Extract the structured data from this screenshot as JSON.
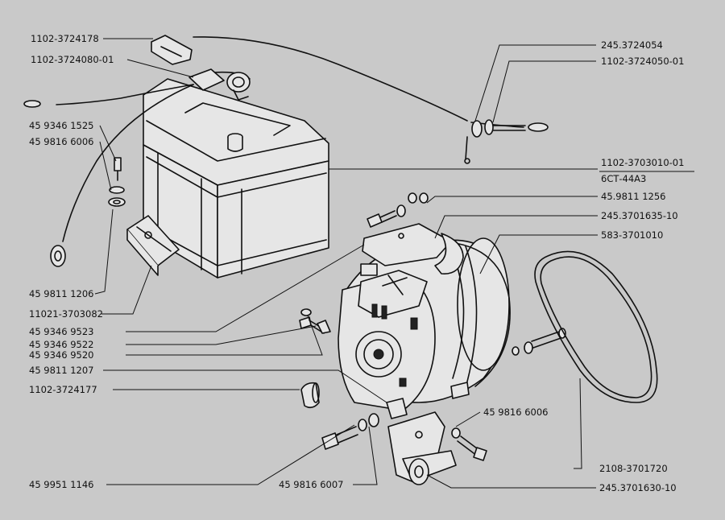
{
  "labels": {
    "cable_pos": "1102-3724178",
    "clamp_pos": "1102-3724080-01",
    "bolt_1525": "45 9346 1525",
    "washer_6006_l": "45 9816 6006",
    "cable_ground_sw": "245.3724054",
    "cable_ground": "1102-3724050-01",
    "battery_part": "1102-3703010-01",
    "battery_type": "6СТ-44А3",
    "washer_1256": "45.9811 1256",
    "bracket_tension": "245.3701635-10",
    "generator": "583-3701010",
    "washer_1206": "45 9811 1206",
    "battery_bracket": "11021-3703082",
    "bolt_9523": "45 9346 9523",
    "bolt_9522": "45 9346 9522",
    "bolt_9520": "45 9346 9520",
    "washer_1207": "45 9811 1207",
    "cap_connector": "1102-3724177",
    "washer_6006_r": "45 9816 6006",
    "bolt_1146": "45 9951 1146",
    "washer_6007": "45 9816 6007",
    "belt": "2108-3701720",
    "bracket_mount": "245.3701630-10"
  }
}
